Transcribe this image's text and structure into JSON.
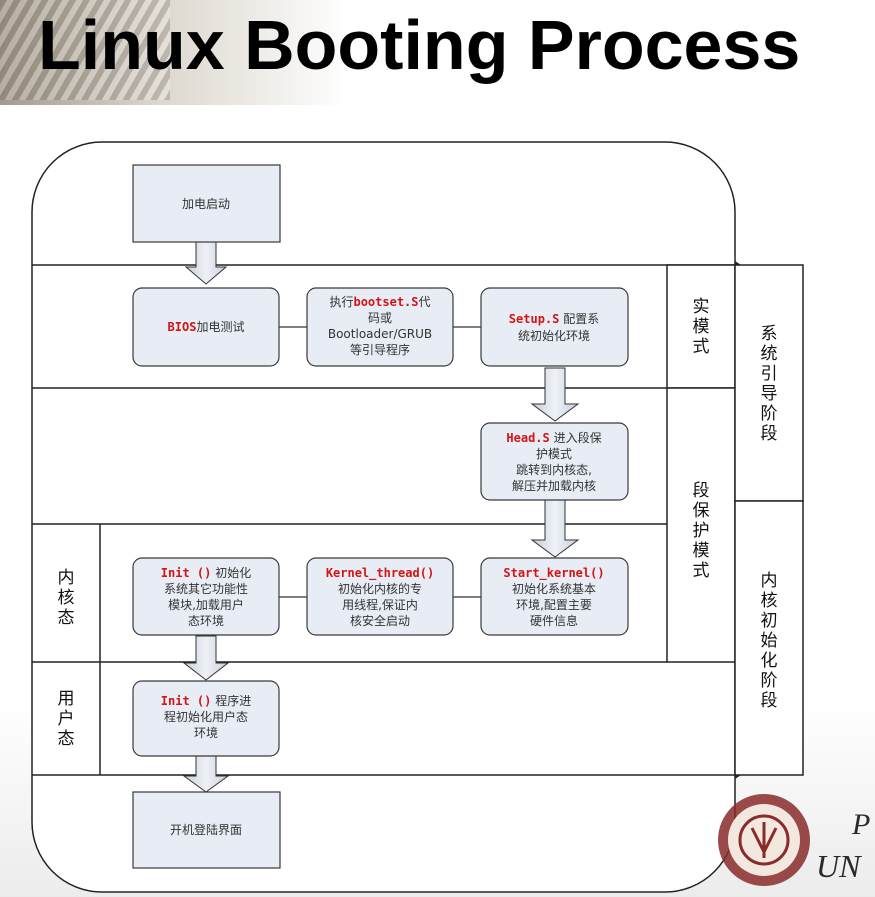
{
  "title": "Linux Booting Process",
  "boxes": {
    "power_on": "加电启动",
    "bios_rest": "加电测试",
    "bios_red": "BIOS",
    "exec_prefix": "执行",
    "exec_red": "bootset.S",
    "exec_suffix": "代",
    "exec_line2": "码或",
    "exec_line3": "Bootloader/GRUB",
    "exec_line4": "等引导程序",
    "setup_red": "Setup.S",
    "setup_rest": " 配置系",
    "setup_line2": "统初始化环境",
    "head_red": "Head.S",
    "head_rest": " 进入段保",
    "head_line2": "护模式",
    "head_line3": "跳转到内核态,",
    "head_line4": "解压并加载内核",
    "start_red": "Start_kernel()",
    "start_line2": "初始化系统基本",
    "start_line3": "环境,配置主要",
    "start_line4": "硬件信息",
    "kthread_red": "Kernel_thread()",
    "kthread_line2": "初始化内核的专",
    "kthread_line3": "用线程,保证内",
    "kthread_line4": "核安全启动",
    "init1_red": "Init ()",
    "init1_rest": " 初始化",
    "init1_line2": "系统其它功能性",
    "init1_line3": "模块,加载用户",
    "init1_line4": "态环境",
    "init2_red": "Init ()",
    "init2_rest": " 程序进",
    "init2_line2": "程初始化用户态",
    "init2_line3": "环境",
    "login": "开机登陆界面"
  },
  "side_labels": {
    "real_mode": [
      "实",
      "模",
      "式"
    ],
    "protected_mode": [
      "段",
      "保",
      "护",
      "模",
      "式"
    ],
    "system_boot": [
      "系",
      "统",
      "引",
      "导",
      "阶",
      "段"
    ],
    "kernel_init": [
      "内",
      "核",
      "初",
      "始",
      "化",
      "阶",
      "段"
    ],
    "kernel_mode": [
      "内",
      "核",
      "态"
    ],
    "user_mode": [
      "用",
      "户",
      "态"
    ]
  },
  "logo": {
    "text_line1": "P",
    "text_line2": "UN"
  },
  "colors": {
    "box_fill": "#e8ecf4",
    "box_stroke": "#3a3a3a",
    "arrow_fill": "#dfe4ee",
    "red_text": "#d41414"
  }
}
